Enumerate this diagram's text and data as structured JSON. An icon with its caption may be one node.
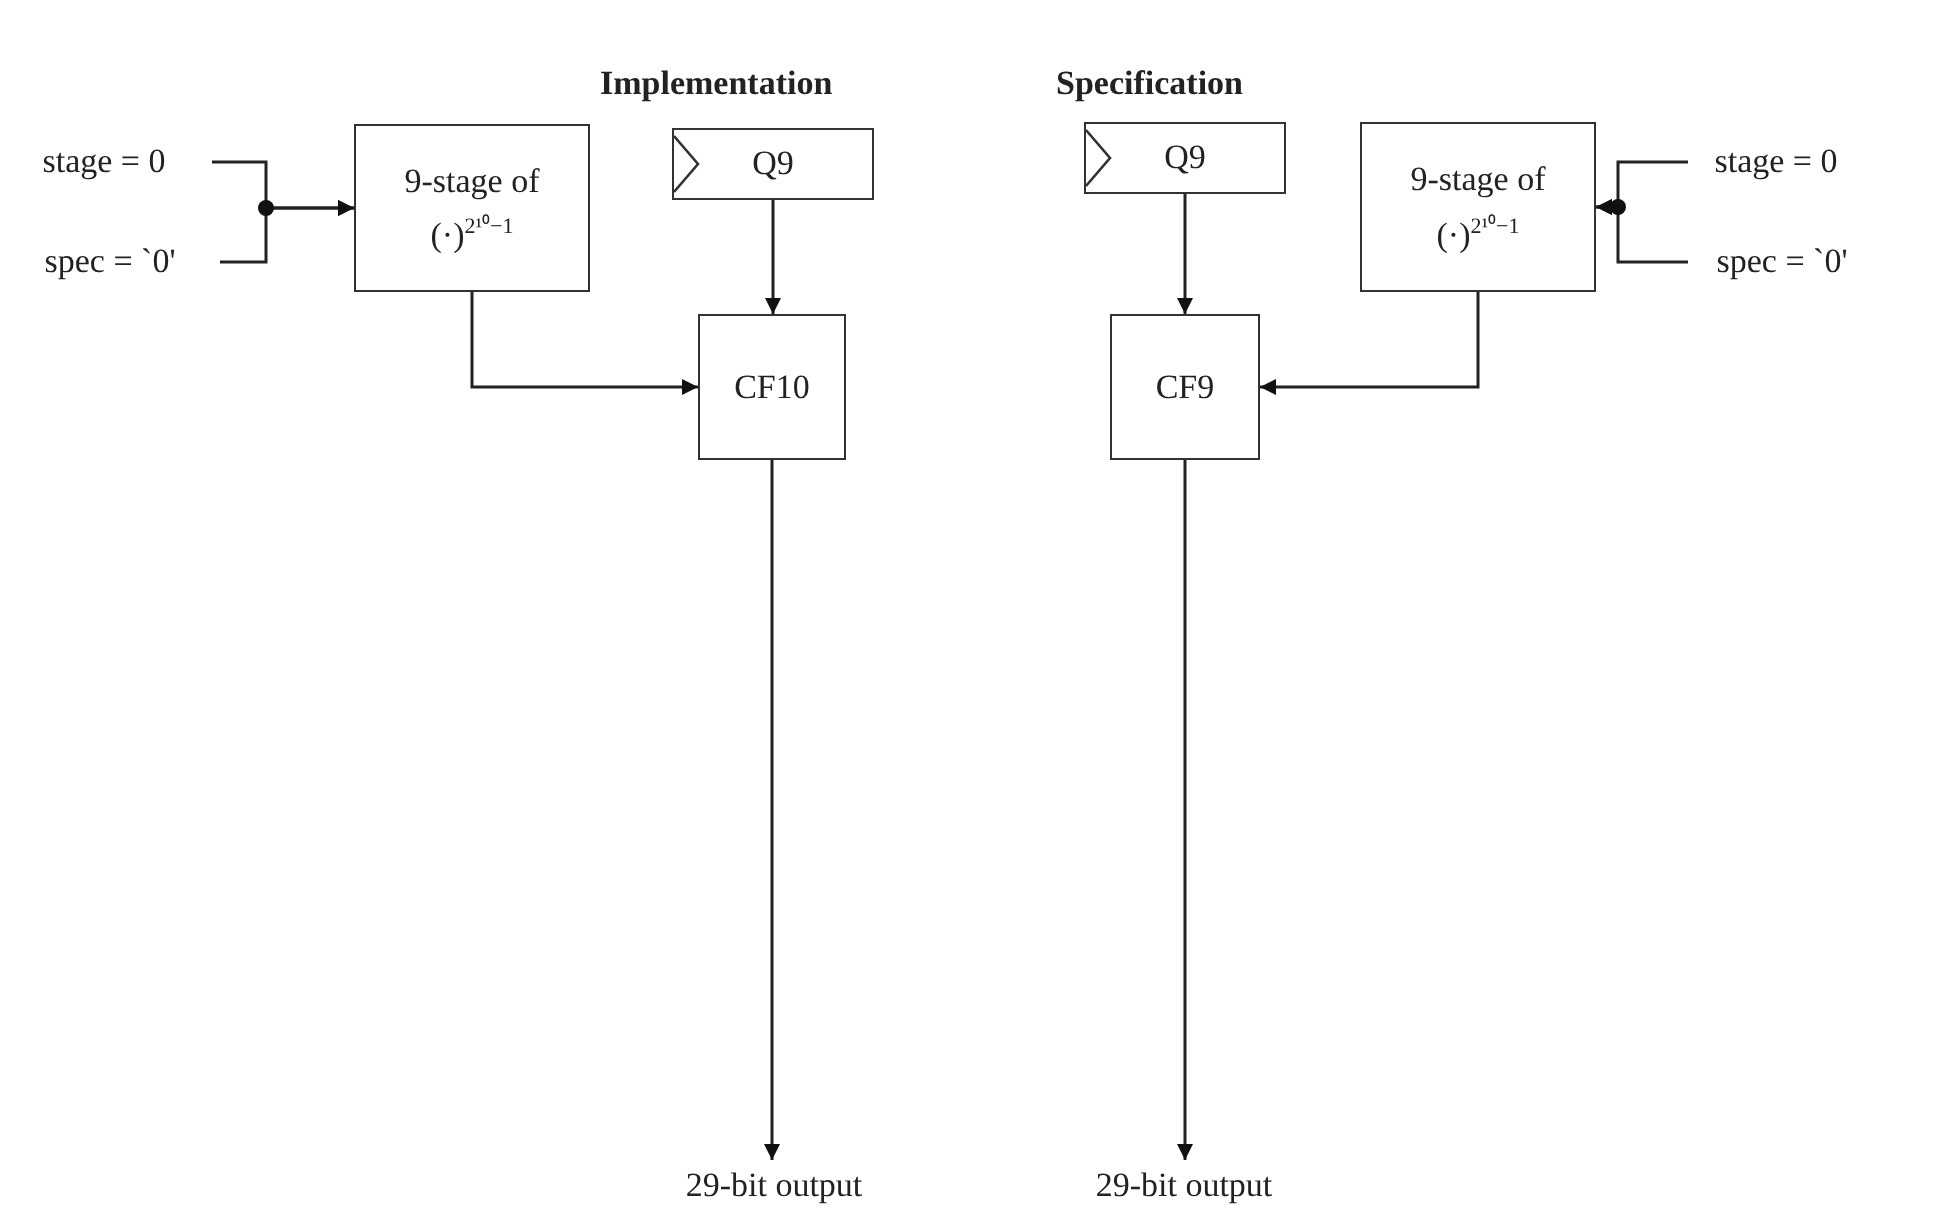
{
  "diagram": {
    "nodes": [
      {
        "text": [
          "stage = 0"
        ]
      },
      {
        "text": [
          "spec = `0'"
        ]
      },
      {
        "text": [
          "9-stage of",
          "(·)$^{2¹⁰−1}$"
        ]
      },
      {
        "text": [
          "Q9"
        ]
      },
      {
        "text": [
          "CF10"
        ]
      },
      {
        "text": [
          "29-bit output"
        ]
      },
      {
        "text": [
          "Q9"
        ]
      },
      {
        "text": [
          "9-stage of",
          "(·)$^{2¹⁰−1}$"
        ]
      },
      {
        "text": [
          "stage = 0"
        ]
      },
      {
        "text": [
          "spec = `0'"
        ]
      },
      {
        "text": [
          "CF9"
        ]
      },
      {
        "text": [
          "29-bit output"
        ]
      }
    ],
    "edges": [
      {
        "from": 0,
        "to": 2,
        "arrow": "to"
      },
      {
        "from": 1,
        "to": 2,
        "arrow": "to"
      },
      {
        "from": 2,
        "to": 4,
        "arrow": "to"
      },
      {
        "from": 3,
        "to": 4,
        "arrow": "to"
      },
      {
        "from": 4,
        "to": 5,
        "arrow": "to"
      },
      {
        "from": 6,
        "to": 10,
        "arrow": "to"
      },
      {
        "from": 7,
        "to": 10,
        "arrow": "to"
      },
      {
        "from": 8,
        "to": 7,
        "arrow": "to"
      },
      {
        "from": 9,
        "to": 7,
        "arrow": "to"
      },
      {
        "from": 10,
        "to": 11,
        "arrow": "to"
      }
    ],
    "labels": [
      "Implementation",
      "Specification"
    ]
  }
}
